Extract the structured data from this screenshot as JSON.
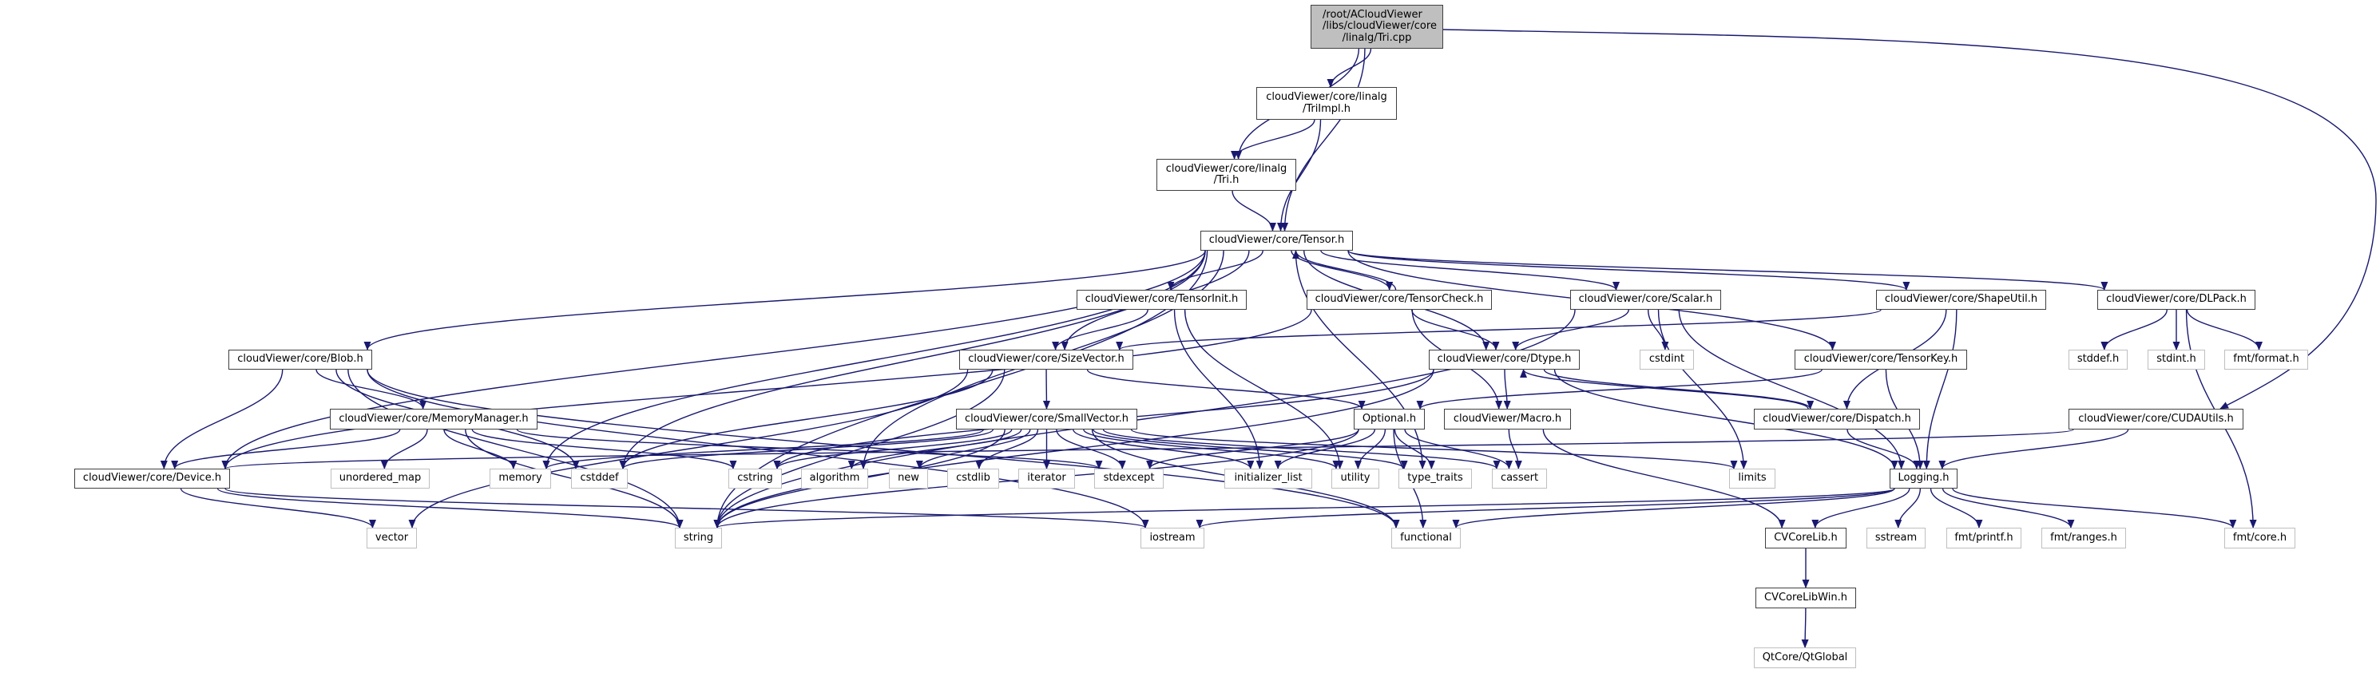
{
  "colors": {
    "edge": "#191970",
    "root_fill": "#bfbfbf",
    "doc_border": "#404040",
    "sys_border": "#bfbfbf"
  },
  "nodes": [
    {
      "id": "root",
      "kind": "root",
      "lines": [
        "/root/ACloudViewer",
        "/libs/cloudViewer/core",
        "/linalg/Tri.cpp"
      ]
    },
    {
      "id": "triimpl",
      "kind": "doc",
      "lines": [
        "cloudViewer/core/linalg",
        "/TriImpl.h"
      ]
    },
    {
      "id": "trih",
      "kind": "doc",
      "lines": [
        "cloudViewer/core/linalg",
        "/Tri.h"
      ]
    },
    {
      "id": "tensor",
      "kind": "doc",
      "lines": [
        "cloudViewer/core/Tensor.h"
      ]
    },
    {
      "id": "tensorinit",
      "kind": "doc",
      "lines": [
        "cloudViewer/core/TensorInit.h"
      ]
    },
    {
      "id": "tensorcheck",
      "kind": "doc",
      "lines": [
        "cloudViewer/core/TensorCheck.h"
      ]
    },
    {
      "id": "scalar",
      "kind": "doc",
      "lines": [
        "cloudViewer/core/Scalar.h"
      ]
    },
    {
      "id": "shapeutil",
      "kind": "doc",
      "lines": [
        "cloudViewer/core/ShapeUtil.h"
      ]
    },
    {
      "id": "dlpack",
      "kind": "doc",
      "lines": [
        "cloudViewer/core/DLPack.h"
      ]
    },
    {
      "id": "blob",
      "kind": "doc",
      "lines": [
        "cloudViewer/core/Blob.h"
      ]
    },
    {
      "id": "sizevector",
      "kind": "doc",
      "lines": [
        "cloudViewer/core/SizeVector.h"
      ]
    },
    {
      "id": "dtype",
      "kind": "doc",
      "lines": [
        "cloudViewer/core/Dtype.h"
      ]
    },
    {
      "id": "cstdint",
      "kind": "sys",
      "lines": [
        "cstdint"
      ]
    },
    {
      "id": "tensorkey",
      "kind": "doc",
      "lines": [
        "cloudViewer/core/TensorKey.h"
      ]
    },
    {
      "id": "stddef",
      "kind": "sys",
      "lines": [
        "stddef.h"
      ]
    },
    {
      "id": "stdinth",
      "kind": "sys",
      "lines": [
        "stdint.h"
      ]
    },
    {
      "id": "fmtformat",
      "kind": "sys",
      "lines": [
        "fmt/format.h"
      ]
    },
    {
      "id": "memmgr",
      "kind": "doc",
      "lines": [
        "cloudViewer/core/MemoryManager.h"
      ]
    },
    {
      "id": "smallvector",
      "kind": "doc",
      "lines": [
        "cloudViewer/core/SmallVector.h"
      ]
    },
    {
      "id": "optional",
      "kind": "doc",
      "lines": [
        "Optional.h"
      ]
    },
    {
      "id": "macro",
      "kind": "doc",
      "lines": [
        "cloudViewer/Macro.h"
      ]
    },
    {
      "id": "dispatch",
      "kind": "doc",
      "lines": [
        "cloudViewer/core/Dispatch.h"
      ]
    },
    {
      "id": "cudautils",
      "kind": "doc",
      "lines": [
        "cloudViewer/core/CUDAUtils.h"
      ]
    },
    {
      "id": "device",
      "kind": "doc",
      "lines": [
        "cloudViewer/core/Device.h"
      ]
    },
    {
      "id": "unordered_map",
      "kind": "sys",
      "lines": [
        "unordered_map"
      ]
    },
    {
      "id": "memory",
      "kind": "sys",
      "lines": [
        "memory"
      ]
    },
    {
      "id": "cstddef",
      "kind": "sys",
      "lines": [
        "cstddef"
      ]
    },
    {
      "id": "cstring",
      "kind": "sys",
      "lines": [
        "cstring"
      ]
    },
    {
      "id": "algorithm",
      "kind": "sys",
      "lines": [
        "algorithm"
      ]
    },
    {
      "id": "new",
      "kind": "sys",
      "lines": [
        "new"
      ]
    },
    {
      "id": "cstdlib",
      "kind": "sys",
      "lines": [
        "cstdlib"
      ]
    },
    {
      "id": "iterator",
      "kind": "sys",
      "lines": [
        "iterator"
      ]
    },
    {
      "id": "stdexcept",
      "kind": "sys",
      "lines": [
        "stdexcept"
      ]
    },
    {
      "id": "initializer_list",
      "kind": "sys",
      "lines": [
        "initializer_list"
      ]
    },
    {
      "id": "utility",
      "kind": "sys",
      "lines": [
        "utility"
      ]
    },
    {
      "id": "type_traits",
      "kind": "sys",
      "lines": [
        "type_traits"
      ]
    },
    {
      "id": "cassert",
      "kind": "sys",
      "lines": [
        "cassert"
      ]
    },
    {
      "id": "limits",
      "kind": "sys",
      "lines": [
        "limits"
      ]
    },
    {
      "id": "logging",
      "kind": "doc",
      "lines": [
        "Logging.h"
      ]
    },
    {
      "id": "vector",
      "kind": "sys",
      "lines": [
        "vector"
      ]
    },
    {
      "id": "string",
      "kind": "sys",
      "lines": [
        "string"
      ]
    },
    {
      "id": "iostream",
      "kind": "sys",
      "lines": [
        "iostream"
      ]
    },
    {
      "id": "functional",
      "kind": "sys",
      "lines": [
        "functional"
      ]
    },
    {
      "id": "cvcorelib",
      "kind": "doc",
      "lines": [
        "CVCoreLib.h"
      ]
    },
    {
      "id": "sstream",
      "kind": "sys",
      "lines": [
        "sstream"
      ]
    },
    {
      "id": "fmtprintf",
      "kind": "sys",
      "lines": [
        "fmt/printf.h"
      ]
    },
    {
      "id": "fmtranges",
      "kind": "sys",
      "lines": [
        "fmt/ranges.h"
      ]
    },
    {
      "id": "fmtcore",
      "kind": "sys",
      "lines": [
        "fmt/core.h"
      ]
    },
    {
      "id": "cvcorelibwin",
      "kind": "doc",
      "lines": [
        "CVCoreLibWin.h"
      ]
    },
    {
      "id": "qtglobal",
      "kind": "sys",
      "lines": [
        "QtCore/QtGlobal"
      ]
    }
  ],
  "edges": [
    [
      "root",
      "triimpl"
    ],
    [
      "root",
      "trih"
    ],
    [
      "root",
      "tensor"
    ],
    [
      "root",
      "cudautils"
    ],
    [
      "triimpl",
      "trih"
    ],
    [
      "triimpl",
      "tensor"
    ],
    [
      "trih",
      "tensor"
    ],
    [
      "tensor",
      "blob"
    ],
    [
      "tensor",
      "device"
    ],
    [
      "tensor",
      "string"
    ],
    [
      "tensor",
      "memory"
    ],
    [
      "tensor",
      "cstddef"
    ],
    [
      "tensor",
      "algorithm"
    ],
    [
      "tensor",
      "sizevector"
    ],
    [
      "tensor",
      "tensorinit"
    ],
    [
      "tensor",
      "tensorcheck"
    ],
    [
      "tensor",
      "type_traits"
    ],
    [
      "tensor",
      "dtype"
    ],
    [
      "tensor",
      "scalar"
    ],
    [
      "tensor",
      "shapeutil"
    ],
    [
      "tensor",
      "tensorkey"
    ],
    [
      "tensor",
      "dlpack"
    ],
    [
      "tensorcheck",
      "tensor"
    ],
    [
      "tensorcheck",
      "device"
    ],
    [
      "tensorcheck",
      "dtype"
    ],
    [
      "tensorcheck",
      "macro"
    ],
    [
      "tensorinit",
      "sizevector"
    ],
    [
      "tensorinit",
      "initializer_list"
    ],
    [
      "tensorinit",
      "utility"
    ],
    [
      "blob",
      "memmgr"
    ],
    [
      "blob",
      "device"
    ],
    [
      "blob",
      "cstddef"
    ],
    [
      "blob",
      "string"
    ],
    [
      "blob",
      "functional"
    ],
    [
      "blob",
      "iostream"
    ],
    [
      "memmgr",
      "device"
    ],
    [
      "memmgr",
      "unordered_map"
    ],
    [
      "memmgr",
      "memory"
    ],
    [
      "memmgr",
      "string"
    ],
    [
      "memmgr",
      "cstring"
    ],
    [
      "memmgr",
      "stdexcept"
    ],
    [
      "device",
      "vector"
    ],
    [
      "device",
      "string"
    ],
    [
      "device",
      "iostream"
    ],
    [
      "sizevector",
      "smallvector"
    ],
    [
      "sizevector",
      "optional"
    ],
    [
      "sizevector",
      "cstddef"
    ],
    [
      "sizevector",
      "string"
    ],
    [
      "sizevector",
      "vector"
    ],
    [
      "smallvector",
      "algorithm"
    ],
    [
      "smallvector",
      "new"
    ],
    [
      "smallvector",
      "cstdlib"
    ],
    [
      "smallvector",
      "iterator"
    ],
    [
      "smallvector",
      "stdexcept"
    ],
    [
      "smallvector",
      "initializer_list"
    ],
    [
      "smallvector",
      "utility"
    ],
    [
      "smallvector",
      "type_traits"
    ],
    [
      "smallvector",
      "cassert"
    ],
    [
      "smallvector",
      "functional"
    ],
    [
      "smallvector",
      "cstddef"
    ],
    [
      "smallvector",
      "cstring"
    ],
    [
      "smallvector",
      "memory"
    ],
    [
      "smallvector",
      "limits"
    ],
    [
      "smallvector",
      "string"
    ],
    [
      "optional",
      "stdexcept"
    ],
    [
      "optional",
      "initializer_list"
    ],
    [
      "optional",
      "utility"
    ],
    [
      "optional",
      "type_traits"
    ],
    [
      "optional",
      "cassert"
    ],
    [
      "optional",
      "functional"
    ],
    [
      "optional",
      "string"
    ],
    [
      "dtype",
      "macro"
    ],
    [
      "dtype",
      "dispatch"
    ],
    [
      "dtype",
      "string"
    ],
    [
      "dtype",
      "cstring"
    ],
    [
      "dtype",
      "logging"
    ],
    [
      "dispatch",
      "dtype"
    ],
    [
      "dispatch",
      "logging"
    ],
    [
      "macro",
      "cassert"
    ],
    [
      "macro",
      "cvcorelib"
    ],
    [
      "scalar",
      "dtype"
    ],
    [
      "scalar",
      "cstdint"
    ],
    [
      "scalar",
      "limits"
    ],
    [
      "scalar",
      "string"
    ],
    [
      "scalar",
      "logging"
    ],
    [
      "shapeutil",
      "sizevector"
    ],
    [
      "shapeutil",
      "dispatch"
    ],
    [
      "shapeutil",
      "logging"
    ],
    [
      "tensorkey",
      "optional"
    ],
    [
      "tensorkey",
      "logging"
    ],
    [
      "dlpack",
      "stddef"
    ],
    [
      "dlpack",
      "stdinth"
    ],
    [
      "dlpack",
      "fmtformat"
    ],
    [
      "dlpack",
      "fmtcore"
    ],
    [
      "cudautils",
      "logging"
    ],
    [
      "cudautils",
      "device"
    ],
    [
      "logging",
      "cvcorelib"
    ],
    [
      "logging",
      "sstream"
    ],
    [
      "logging",
      "fmtprintf"
    ],
    [
      "logging",
      "fmtranges"
    ],
    [
      "logging",
      "fmtcore"
    ],
    [
      "logging",
      "string"
    ],
    [
      "logging",
      "iostream"
    ],
    [
      "logging",
      "functional"
    ],
    [
      "cvcorelib",
      "cvcorelibwin"
    ],
    [
      "cvcorelibwin",
      "qtglobal"
    ]
  ]
}
